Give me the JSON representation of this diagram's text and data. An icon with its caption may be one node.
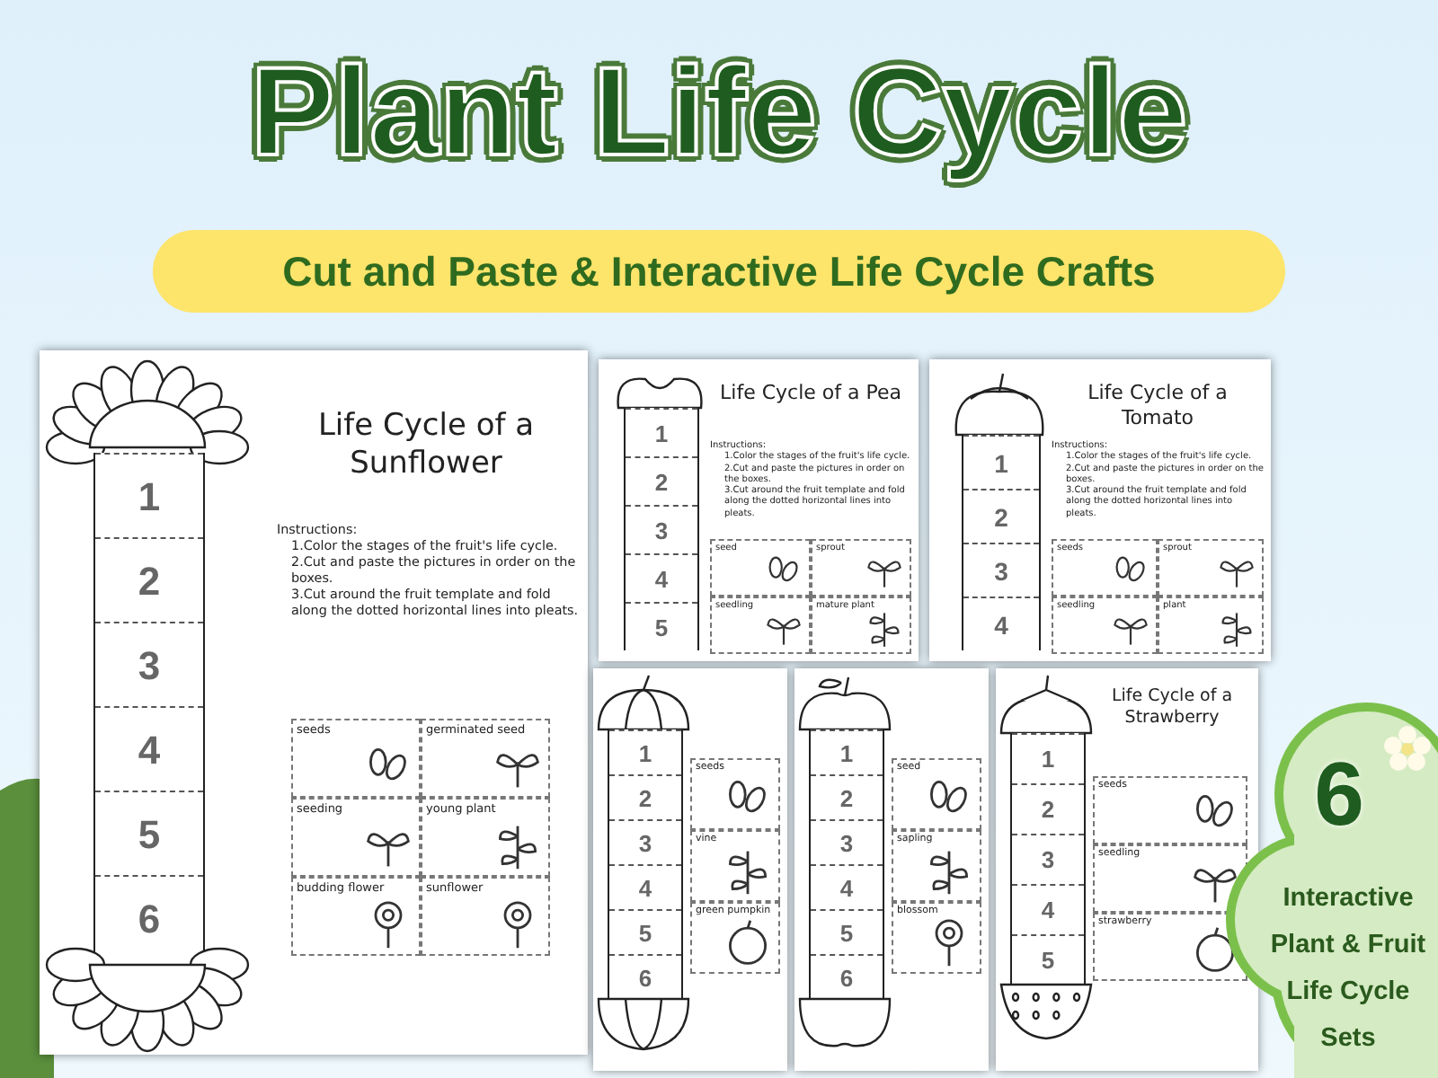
{
  "diagram": {
    "title": "Plant Life Cycle",
    "nodes": [
      {
        "text": [
          "Cut and Paste & Interactive Life Cycle Crafts"
        ]
      },
      {
        "text": [
          "Life Cycle of a Sunflower",
          "Instructions:",
          "1.Color the stages of the fruit's life cycle.",
          "2.Cut and paste the pictures in order on the boxes.",
          "3.Cut around the fruit template and fold along the dotted horizontal lines into pleats."
        ]
      },
      {
        "text": [
          "1",
          "2",
          "3",
          "4",
          "5",
          "6"
        ],
        "in": 1
      },
      {
        "text": [
          "seeds"
        ],
        "in": 1
      },
      {
        "text": [
          "germinated seed"
        ],
        "in": 1
      },
      {
        "text": [
          "seeding"
        ],
        "in": 1
      },
      {
        "text": [
          "young plant"
        ],
        "in": 1
      },
      {
        "text": [
          "budding flower"
        ],
        "in": 1
      },
      {
        "text": [
          "sunflower"
        ],
        "in": 1
      },
      {
        "text": [
          "Life Cycle of a Pea",
          "Instructions:",
          "1.Color the stages of the fruit's life cycle.",
          "2.Cut and paste the pictures in order on the boxes.",
          "3.Cut around the fruit template and fold along the dotted horizontal lines into pleats."
        ]
      },
      {
        "text": [
          "1",
          "2",
          "3",
          "4",
          "5"
        ],
        "in": 9
      },
      {
        "text": [
          "seed"
        ],
        "in": 9
      },
      {
        "text": [
          "sprout"
        ],
        "in": 9
      },
      {
        "text": [
          "seedling"
        ],
        "in": 9
      },
      {
        "text": [
          "mature plant"
        ],
        "in": 9
      },
      {
        "text": [
          "Life Cycle of a Tomato",
          "Instructions:",
          "1.Color the stages of the fruit's life cycle.",
          "2.Cut and paste the pictures in order on the boxes.",
          "3.Cut around the fruit template and fold along the dotted horizontal lines into pleats."
        ]
      },
      {
        "text": [
          "1",
          "2",
          "3",
          "4"
        ],
        "in": 15
      },
      {
        "text": [
          "seeds"
        ],
        "in": 15
      },
      {
        "text": [
          "sprout"
        ],
        "in": 15
      },
      {
        "text": [
          "seedling"
        ],
        "in": 15
      },
      {
        "text": [
          "plant"
        ],
        "in": 15
      },
      {
        "text": [],
        "shape": "box"
      },
      {
        "text": [
          "1",
          "2",
          "3",
          "4",
          "5",
          "6"
        ],
        "in": 21
      },
      {
        "text": [
          "seeds"
        ],
        "in": 21
      },
      {
        "text": [
          "vine"
        ],
        "in": 21
      },
      {
        "text": [
          "green pumpkin"
        ],
        "in": 21
      },
      {
        "text": [],
        "shape": "box"
      },
      {
        "text": [
          "1",
          "2",
          "3",
          "4",
          "5",
          "6"
        ],
        "in": 26
      },
      {
        "text": [
          "seed"
        ],
        "in": 26
      },
      {
        "text": [
          "sapling"
        ],
        "in": 26
      },
      {
        "text": [
          "blossom"
        ],
        "in": 26
      },
      {
        "text": [
          "Life Cycle of a Strawberry"
        ]
      },
      {
        "text": [
          "1",
          "2",
          "3",
          "4",
          "5"
        ],
        "in": 31
      },
      {
        "text": [
          "seeds"
        ],
        "in": 31
      },
      {
        "text": [
          "seedling"
        ],
        "in": 31
      },
      {
        "text": [
          "strawberry"
        ],
        "in": 31
      },
      {
        "text": [
          "6",
          "Interactive Plant & Fruit Life Cycle Sets"
        ]
      }
    ],
    "edges": []
  }
}
